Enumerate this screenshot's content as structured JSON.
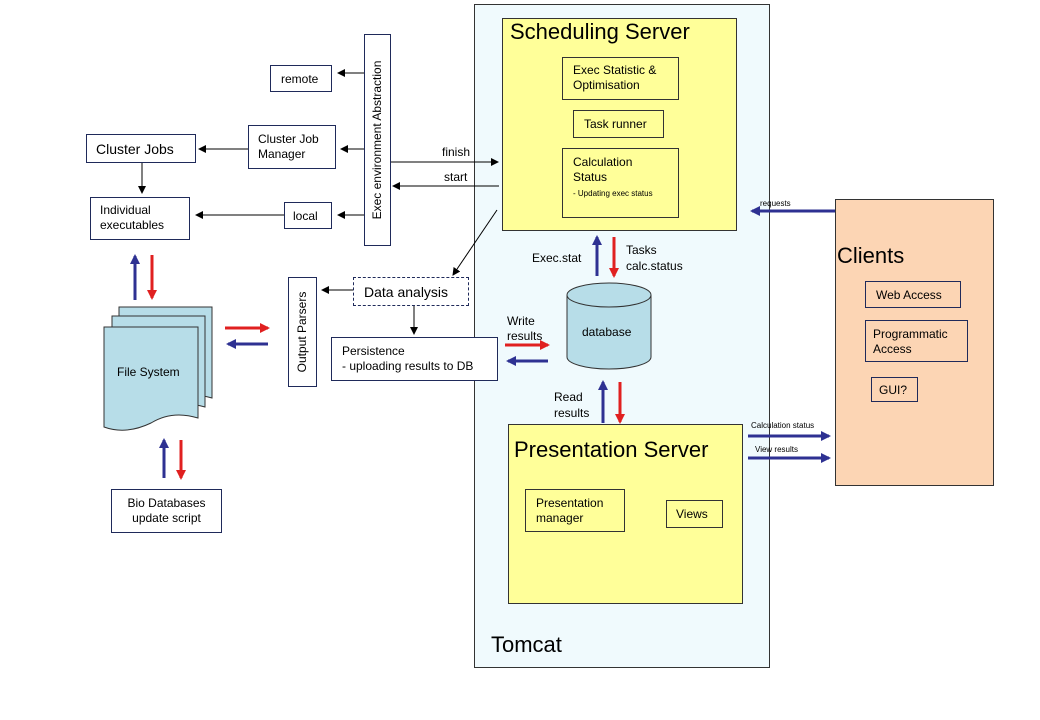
{
  "tomcat": {
    "label": "Tomcat"
  },
  "scheduling": {
    "title": "Scheduling Server",
    "exec_stat_opt": "Exec Statistic & Optimisation",
    "task_runner": "Task runner",
    "calc_status_title": "Calculation Status",
    "calc_status_note": "- Updating exec status"
  },
  "presentation": {
    "title": "Presentation Server",
    "manager": "Presentation manager",
    "views": "Views"
  },
  "database": {
    "label": "database"
  },
  "clients": {
    "title": "Clients",
    "web_access": "Web Access",
    "programmatic_access": "Programmatic Access",
    "gui": "GUI?"
  },
  "exec_env": {
    "label": "Exec environment Abstraction"
  },
  "left": {
    "remote": "remote",
    "cluster_job_manager": "Cluster Job Manager",
    "local": "local",
    "cluster_jobs": "Cluster Jobs",
    "individual_executables": "Individual executables",
    "file_system": "File System",
    "bio_databases": "Bio Databases update script",
    "output_parsers": "Output Parsers",
    "data_analysis": "Data analysis",
    "persistence_title": "Persistence",
    "persistence_note": "- uploading results to DB"
  },
  "labels": {
    "finish": "finish",
    "start": "start",
    "requests": "requests",
    "exec_stat": "Exec.stat",
    "tasks": "Tasks",
    "calc_status": "calc.status",
    "write": "Write",
    "results": "results",
    "read": "Read",
    "read_results": "results",
    "calculation_status": "Calculation status",
    "view_results": "View results"
  },
  "colors": {
    "tomcat_bg": "#f0fafd",
    "server_bg": "#ffff99",
    "clients_bg": "#fcd5b4",
    "cylinder": "#b7dde8",
    "arrow_red": "#e02020",
    "arrow_blue": "#2e3192"
  }
}
